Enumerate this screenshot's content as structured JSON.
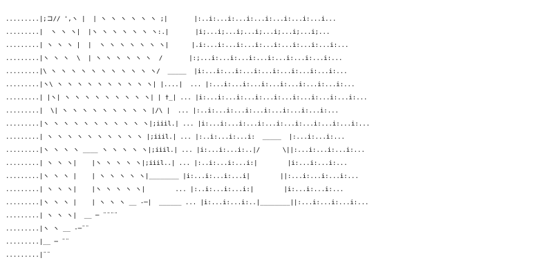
{
  "art": {
    "text_color": "#000000",
    "background_color": "#ffffff",
    "lines": [
      ".........|;コ// ',ヽ |  | ヽ ヽ ヽ ヽ ヽ ヽ ;|       |:..i:...i:...i:...i:...i:...i:...i...",
      ".........|  ヽ ヽ ヽ|  |ヽ ヽ ヽ ヽ ヽ ヽ ヽ:.|       |i;...i;...i;...i;...i;...i;...i;...",
      ".........| ヽ ヽ ヽ |  |  ヽ ヽ ヽ ヽ ヽ ヽ ヽ|      |.i:...i:...i:...i:...i:...i:...i:...i:...",
      ".........|ヽ ヽ ヽ  \\  | ヽ ヽ ヽ ヽ ヽ ヽ  /       |:;...i:...i:...i:...i:...i:...i:...i:...",
      ".........|\\ ヽ ヽ ヽ ヽ ヽ ヽ ヽ ヽ ヽ ヽ ヽ/  _____  |i:...i:...i:...i:...i:...i:...i:...i:...",
      ".........|ヽ\\ ヽ ヽ ヽ ヽ ヽ ヽ ヽ ヽ ヽ ヽ| |....|  ... |:...i:...i:...i:...i:...i:...i:...i:...",
      ".........| |ヽ| ヽ ヽ ヽ ヽ ヽ ヽ ヽ ヽ ヽ| | †_| ... |i:...i:...i:...i:...i:...i:...i:...i:...i:...",
      ".........|  \\| ヽ ヽ ヽ ヽ ヽ ヽ ヽ ヽ ヽ |/\\ |  ... |:..i:...i:...i:...i:...i:...i:...i:...",
      ".........|ヽ ヽ ヽ ヽ ヽ ヽ ヽ ヽ ヽ ヽ ヽ|;iiil.| ... |i:...i:...i:...i:...i:...i:...i:...i:...i:...",
      ".........| ヽ ヽ ヽ ヽ ヽ ヽ ヽ ヽ ヽ ヽ |;iiil.| ... |:..i:...i:...i:  _____  |:...i:...i:...",
      ".........|ヽ ヽ ヽ ヽ ____ ヽ ヽ ヽ ヽ ヽ|;iiil.| ... |i:...i:...i:..|/      \\||:...i:...i:...i:...",
      ".........| ヽ ヽ ヽ|    |ヽ ヽ ヽ ヽ ヽ|;iiil..| ... |:..i:...i:...i:|        |i:...i:...i:...",
      ".........|ヽ ヽ ヽ |    | ヽ ヽ ヽ ヽ ヽ|________ |i:...i:...i:...i|        ||:...i:...i:...i:...",
      ".........| ヽ ヽ ヽ|    |ヽ ヽ ヽ ヽ ヽ|        ... |:..i:...i:...i:|        |i:...i:...i:...",
      ".........|ヽ ヽ ヽ |    | ヽ ヽ ヽ __ -─|  ______ ... |i:...i:...i:..|________||:...i:...i:...i:...",
      ".........| ヽ ヽ ヽ|  __ ─ ¨¨¨¨       ",
      ".........|ヽ ヽ __ -─¨¨                 ",
      ".........|__ ─ ¨¨                       ",
      ".........|¨¨                             "
    ]
  }
}
